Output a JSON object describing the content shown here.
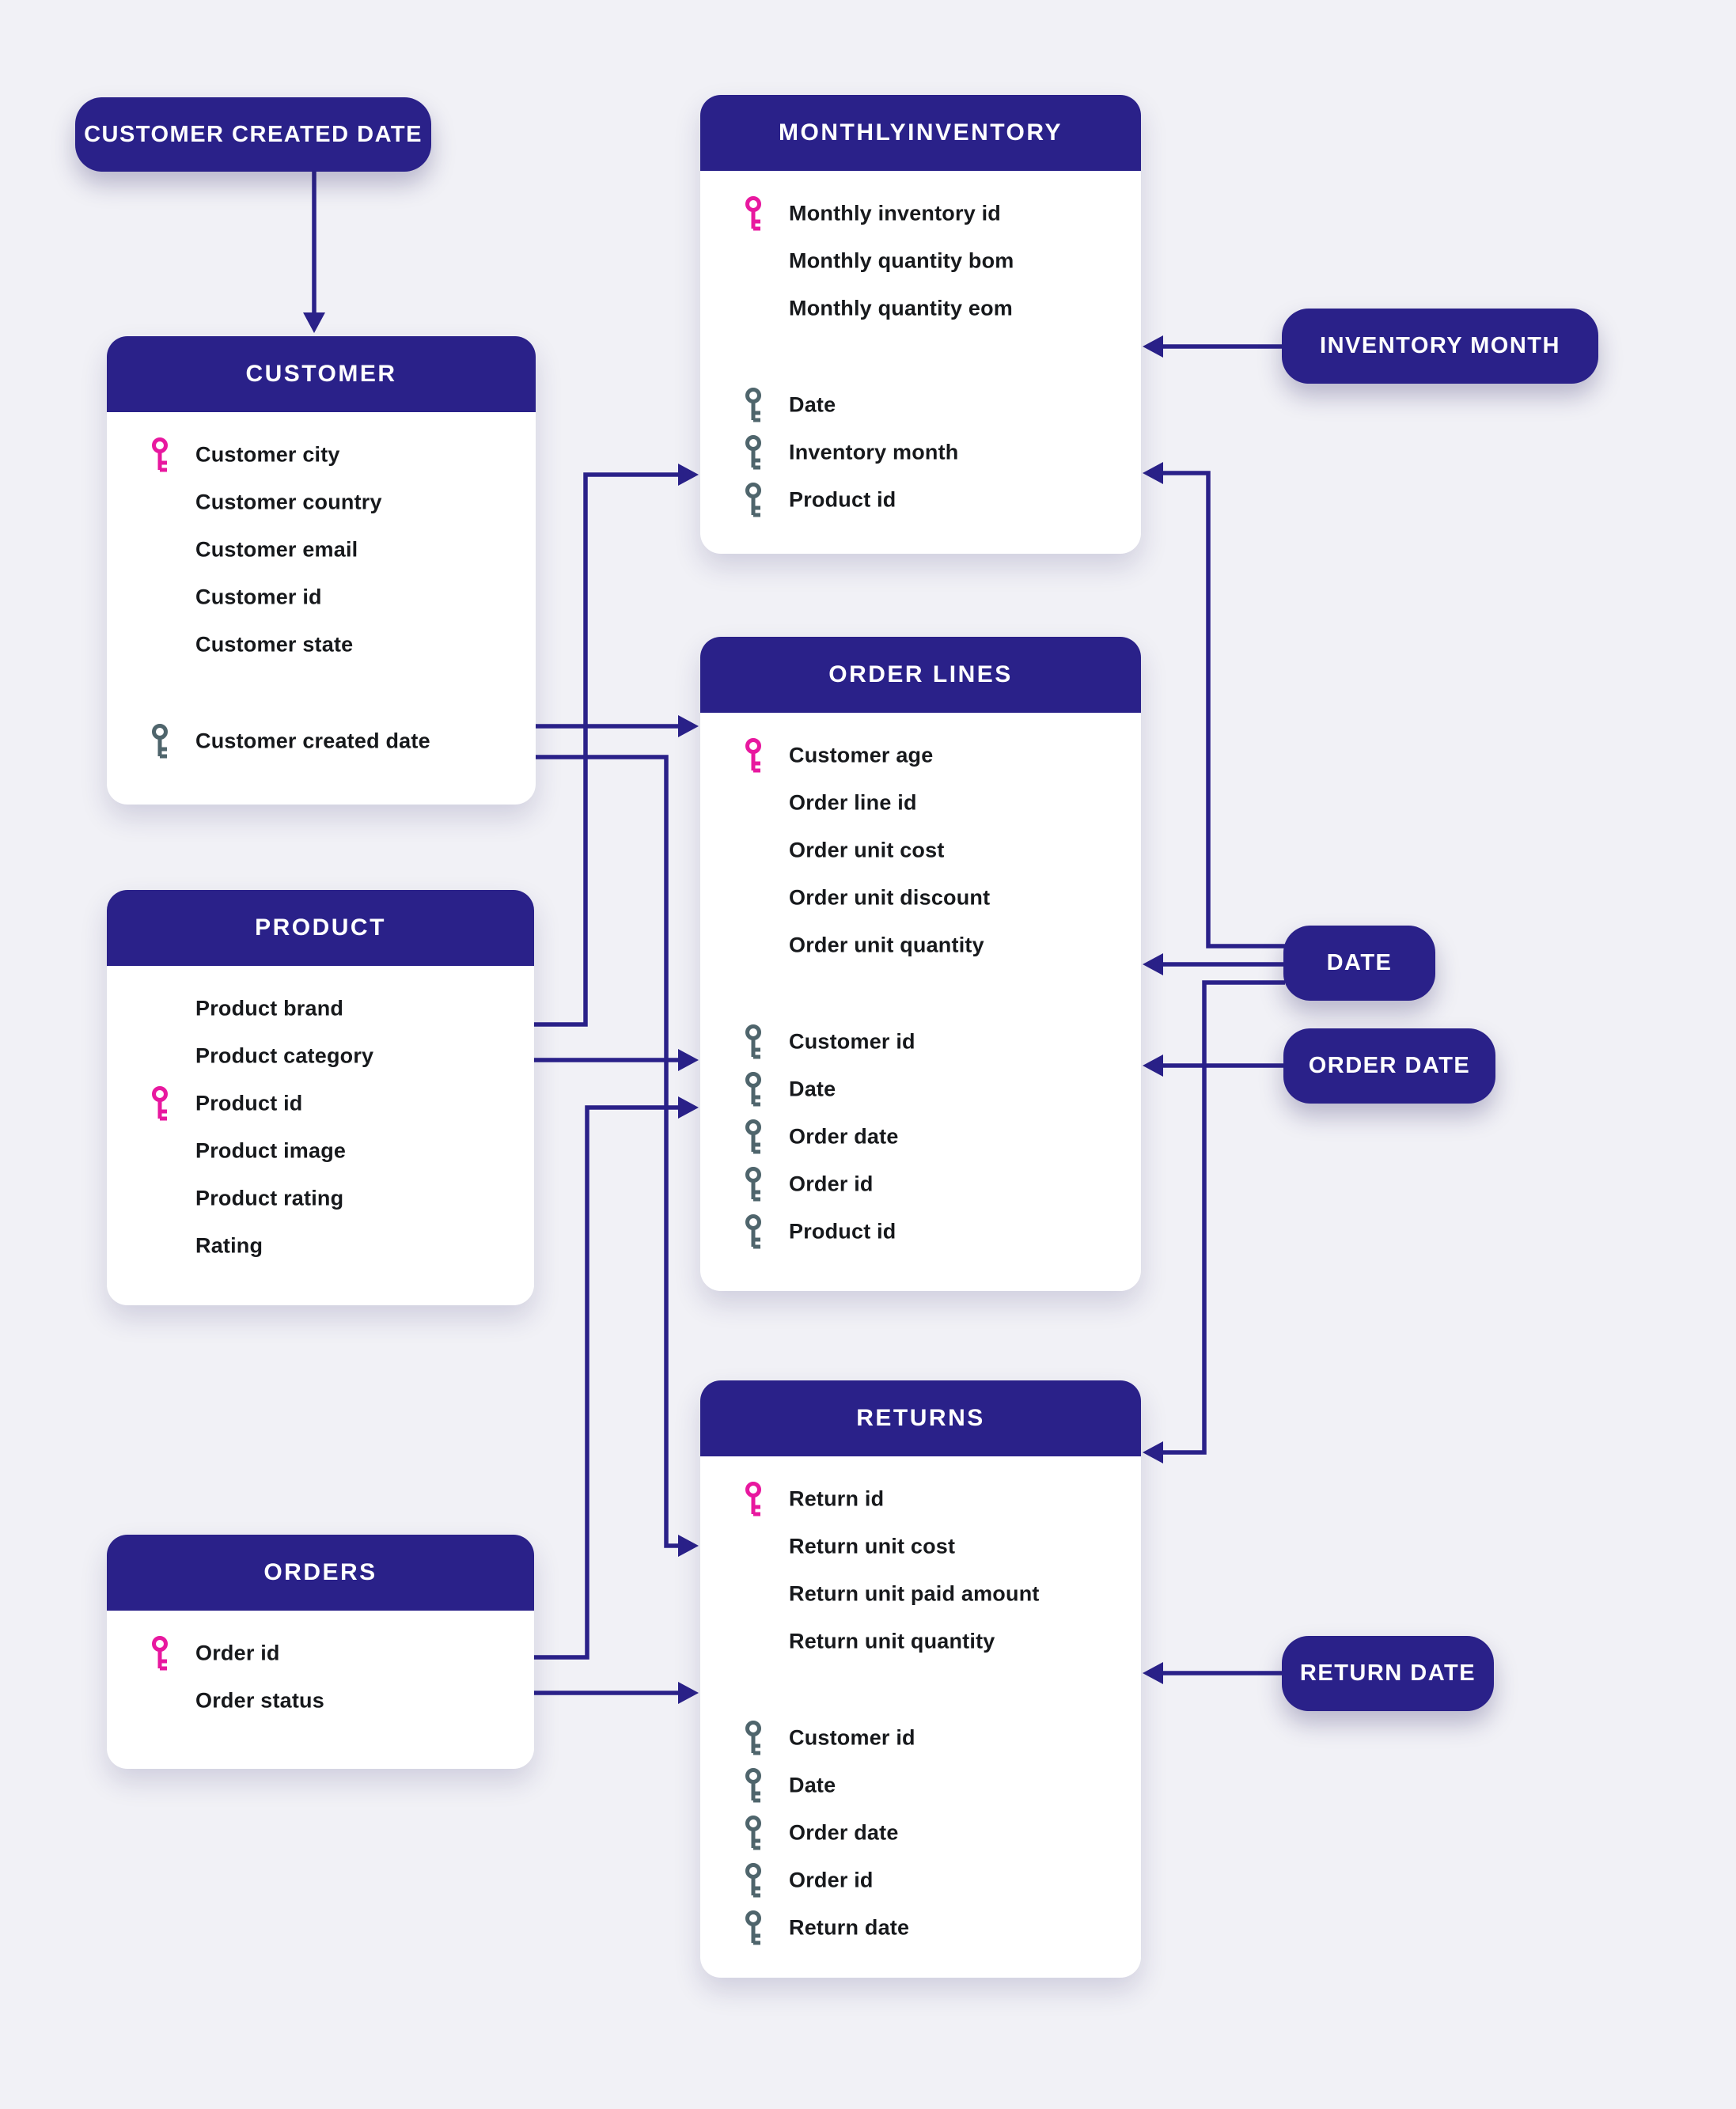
{
  "diagram": {
    "colors": {
      "background": "#F1F1F6",
      "indigo": "#2A2189",
      "primary_key": "#E8189F",
      "foreign_key": "#4F656C",
      "row_text": "#17191C",
      "table_bg": "#FFFFFF"
    },
    "tables": [
      {
        "id": "customer",
        "title": "CUSTOMER",
        "fields": [
          {
            "label": "Customer city",
            "key": "primary",
            "gap": false
          },
          {
            "label": "Customer country",
            "key": null,
            "gap": false
          },
          {
            "label": "Customer email",
            "key": null,
            "gap": false
          },
          {
            "label": "Customer id",
            "key": null,
            "gap": false
          },
          {
            "label": "Customer state",
            "key": null,
            "gap": false
          },
          {
            "label": "Customer created date",
            "key": "foreign",
            "gap": true
          }
        ]
      },
      {
        "id": "monthlyinventory",
        "title": "MONTHLYINVENTORY",
        "fields": [
          {
            "label": "Monthly inventory id",
            "key": "primary",
            "gap": false
          },
          {
            "label": "Monthly quantity bom",
            "key": null,
            "gap": false
          },
          {
            "label": "Monthly quantity eom",
            "key": null,
            "gap": false
          },
          {
            "label": "Date",
            "key": "foreign",
            "gap": true
          },
          {
            "label": "Inventory month",
            "key": "foreign",
            "gap": false
          },
          {
            "label": "Product id",
            "key": "foreign",
            "gap": false
          }
        ]
      },
      {
        "id": "order-lines",
        "title": "ORDER LINES",
        "fields": [
          {
            "label": "Customer age",
            "key": "primary",
            "gap": false
          },
          {
            "label": "Order line id",
            "key": null,
            "gap": false
          },
          {
            "label": "Order unit cost",
            "key": null,
            "gap": false
          },
          {
            "label": "Order unit discount",
            "key": null,
            "gap": false
          },
          {
            "label": "Order unit quantity",
            "key": null,
            "gap": false
          },
          {
            "label": "Customer id",
            "key": "foreign",
            "gap": true
          },
          {
            "label": "Date",
            "key": "foreign",
            "gap": false
          },
          {
            "label": "Order date",
            "key": "foreign",
            "gap": false
          },
          {
            "label": "Order id",
            "key": "foreign",
            "gap": false
          },
          {
            "label": "Product id",
            "key": "foreign",
            "gap": false
          }
        ]
      },
      {
        "id": "product",
        "title": "PRODUCT",
        "fields": [
          {
            "label": "Product brand",
            "key": null,
            "gap": false
          },
          {
            "label": "Product category",
            "key": null,
            "gap": false
          },
          {
            "label": "Product id",
            "key": "primary",
            "gap": false
          },
          {
            "label": "Product image",
            "key": null,
            "gap": false
          },
          {
            "label": "Product rating",
            "key": null,
            "gap": false
          },
          {
            "label": "Rating",
            "key": null,
            "gap": false
          }
        ]
      },
      {
        "id": "orders",
        "title": "ORDERS",
        "fields": [
          {
            "label": "Order id",
            "key": "primary",
            "gap": false
          },
          {
            "label": "Order status",
            "key": null,
            "gap": false
          }
        ]
      },
      {
        "id": "returns",
        "title": "RETURNS",
        "fields": [
          {
            "label": "Return id",
            "key": "primary",
            "gap": false
          },
          {
            "label": "Return unit cost",
            "key": null,
            "gap": false
          },
          {
            "label": "Return unit paid amount",
            "key": null,
            "gap": false
          },
          {
            "label": "Return unit quantity",
            "key": null,
            "gap": false
          },
          {
            "label": "Customer id",
            "key": "foreign",
            "gap": true
          },
          {
            "label": "Date",
            "key": "foreign",
            "gap": false
          },
          {
            "label": "Order date",
            "key": "foreign",
            "gap": false
          },
          {
            "label": "Order id",
            "key": "foreign",
            "gap": false
          },
          {
            "label": "Return date",
            "key": "foreign",
            "gap": false
          }
        ]
      }
    ],
    "pills": [
      {
        "id": "customer-created-date",
        "label": "CUSTOMER CREATED DATE"
      },
      {
        "id": "inventory-month",
        "label": "INVENTORY MONTH"
      },
      {
        "id": "date",
        "label": "DATE"
      },
      {
        "id": "order-date",
        "label": "ORDER DATE"
      },
      {
        "id": "return-date",
        "label": "RETURN DATE"
      }
    ],
    "relationships": [
      {
        "from": "customer-created-date",
        "to": "customer"
      },
      {
        "from": "customer",
        "to": "order-lines"
      },
      {
        "from": "customer",
        "to": "returns"
      },
      {
        "from": "product",
        "to": "monthlyinventory"
      },
      {
        "from": "product",
        "to": "order-lines"
      },
      {
        "from": "orders",
        "to": "order-lines"
      },
      {
        "from": "orders",
        "to": "returns"
      },
      {
        "from": "inventory-month",
        "to": "monthlyinventory"
      },
      {
        "from": "date",
        "to": "monthlyinventory"
      },
      {
        "from": "date",
        "to": "order-lines"
      },
      {
        "from": "date",
        "to": "returns"
      },
      {
        "from": "order-date",
        "to": "order-lines"
      },
      {
        "from": "return-date",
        "to": "returns"
      }
    ]
  }
}
